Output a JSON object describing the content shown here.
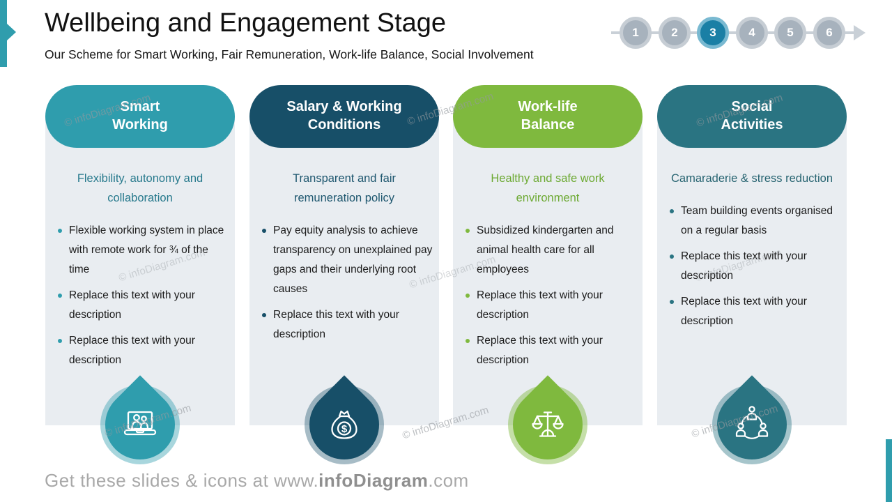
{
  "slide": {
    "title": "Wellbeing and Engagement Stage",
    "subtitle": "Our Scheme for Smart Working, Fair Remuneration, Work-life Balance, Social Involvement",
    "watermark": "© infoDiagram.com",
    "accent_color": "#2f9dad",
    "footer": {
      "prefix": "Get these slides & icons at www.",
      "brand": "infoDiagram",
      "suffix": ".com"
    }
  },
  "stepper": {
    "steps": [
      "1",
      "2",
      "3",
      "4",
      "5",
      "6"
    ],
    "active_step": "3",
    "active_fill": "#1a7fa5",
    "active_ring": "#79b9d1",
    "inactive_fill": "#a7b2bd",
    "inactive_ring": "#c6cdd4"
  },
  "columns": [
    {
      "header": "Smart\nWorking",
      "header_color": "#2f9dad",
      "subtitle": "Flexibility, autonomy and collaboration",
      "subtitle_color": "#26798c",
      "icon": "laptop-video-call-icon",
      "bullets": [
        "Flexible working system in place with remote work for ¾ of the time",
        "Replace this text with your description",
        "Replace this text with your description"
      ]
    },
    {
      "header": "Salary & Working\nConditions",
      "header_color": "#174f68",
      "subtitle": "Transparent and fair remuneration policy",
      "subtitle_color": "#1d566e",
      "icon": "money-bag-icon",
      "bullets": [
        "Pay equity analysis to achieve transparency on unexplained pay gaps and their underlying root causes",
        "Replace this text with your description"
      ]
    },
    {
      "header": "Work-life\nBalance",
      "header_color": "#7fb93e",
      "subtitle": "Healthy and safe work environment",
      "subtitle_color": "#6ca932",
      "icon": "balance-scale-icon",
      "bullets": [
        "Subsidized kindergarten and animal health care for all employees",
        "Replace this text with your description",
        "Replace this text with your description"
      ]
    },
    {
      "header": "Social\nActivities",
      "header_color": "#2a7482",
      "subtitle": "Camaraderie & stress reduction",
      "subtitle_color": "#276471",
      "icon": "team-network-icon",
      "bullets": [
        "Team building events organised on a regular basis",
        "Replace this text with your description",
        "Replace this text with your description"
      ]
    }
  ]
}
